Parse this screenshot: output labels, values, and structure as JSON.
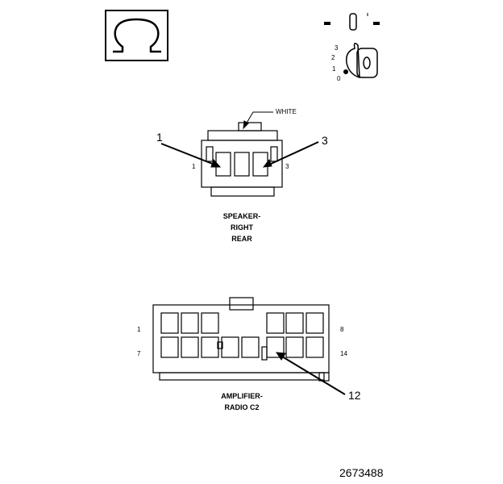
{
  "icons": {
    "ground_symbol": "omega-ground-icon",
    "ignition_key": "ignition-key-icon"
  },
  "ignition_positions": [
    "3",
    "2",
    "1",
    "0"
  ],
  "speaker_connector": {
    "color_label": "WHITE",
    "callout_left": "1",
    "callout_right": "3",
    "pin_left": "1",
    "pin_right": "3",
    "caption_line1": "SPEAKER-",
    "caption_line2": "RIGHT",
    "caption_line3": "REAR"
  },
  "amplifier_connector": {
    "pin_top_left": "1",
    "pin_top_right": "8",
    "pin_bottom_left": "7",
    "pin_bottom_right": "14",
    "callout": "12",
    "caption_line1": "AMPLIFIER-",
    "caption_line2": "RADIO C2"
  },
  "figure_number": "2673488"
}
